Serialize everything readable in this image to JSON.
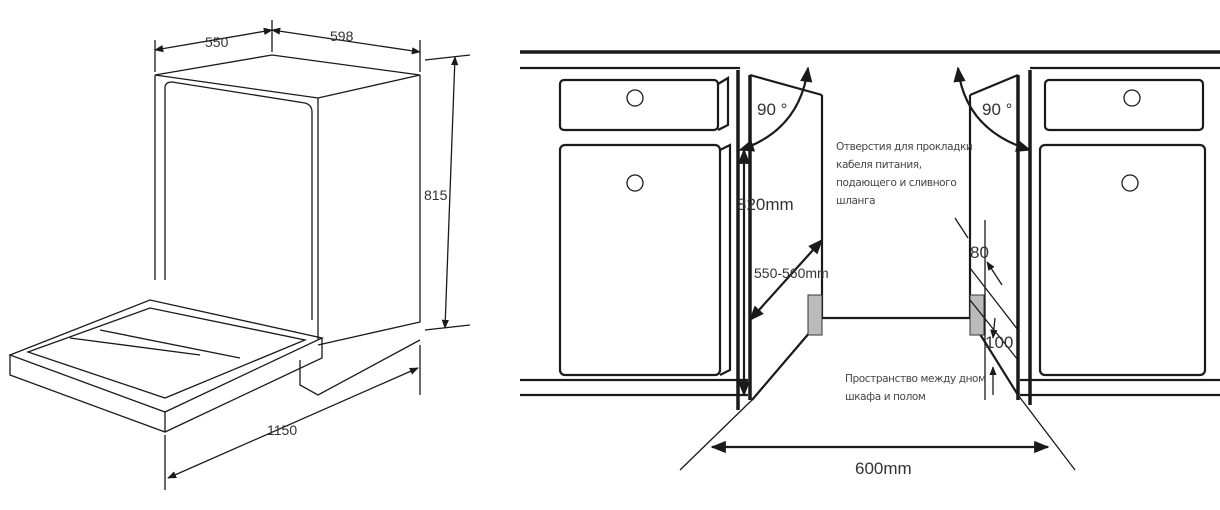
{
  "left_drawing": {
    "dim_depth": "550",
    "dim_width": "598",
    "dim_height": "815",
    "dim_open_depth": "1150"
  },
  "right_drawing": {
    "angle_left": "90 °",
    "angle_right": "90 °",
    "niche_height": "820mm",
    "niche_depth": "550-560mm",
    "niche_width": "600mm",
    "holes_note": [
      "Отверстия для прокладки",
      "кабеля питания,",
      "подающего и сливного",
      "шланга"
    ],
    "dim_80": "80",
    "dim_100": "100",
    "floor_note": [
      "Пространство между дном",
      "шкафа и полом"
    ]
  }
}
